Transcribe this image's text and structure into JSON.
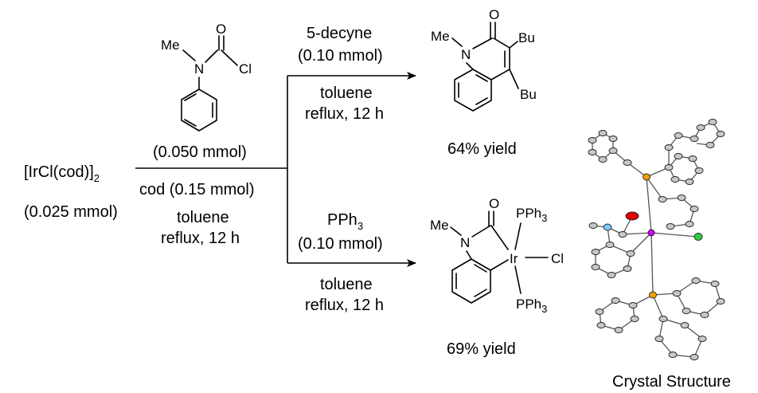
{
  "colors": {
    "carbon": "#c8c8c8",
    "iridium": "#d400ff",
    "phosphorus": "#f0a000",
    "chlorine": "#2ecc40",
    "nitrogen": "#7fc8ff",
    "oxygen": "#e00000",
    "ink": "#000000"
  },
  "reactant": {
    "formula_main": "[IrCl(cod)]",
    "formula_sub": "2",
    "amount": "(0.025 mmol)"
  },
  "reagent1": {
    "methyl": "Me",
    "nitrogen": "N",
    "oxygen": "O",
    "chlorine": "Cl",
    "amount": "(0.050 mmol)"
  },
  "step1": {
    "additive": "cod (0.15 mmol)",
    "solvent": "toluene",
    "conditions": "reflux, 12 h"
  },
  "upper_branch": {
    "reagent": "5-decyne",
    "amount": "(0.10 mmol)",
    "solvent": "toluene",
    "conditions": "reflux, 12 h",
    "product": {
      "methyl": "Me",
      "nitrogen": "N",
      "oxygen": "O",
      "sub1": "Bu",
      "sub2": "Bu"
    },
    "yield": "64% yield"
  },
  "lower_branch": {
    "reagent_main": "PPh",
    "reagent_sub": "3",
    "amount": "(0.10 mmol)",
    "solvent": "toluene",
    "conditions": "reflux, 12 h",
    "product": {
      "methyl": "Me",
      "nitrogen": "N",
      "oxygen": "O",
      "metal": "Ir",
      "chlorine": "Cl",
      "ligand_top_main": "PPh",
      "ligand_top_sub": "3",
      "ligand_bottom_main": "PPh",
      "ligand_bottom_sub": "3"
    },
    "yield": "69% yield"
  },
  "crystal": {
    "caption": "Crystal Structure"
  }
}
